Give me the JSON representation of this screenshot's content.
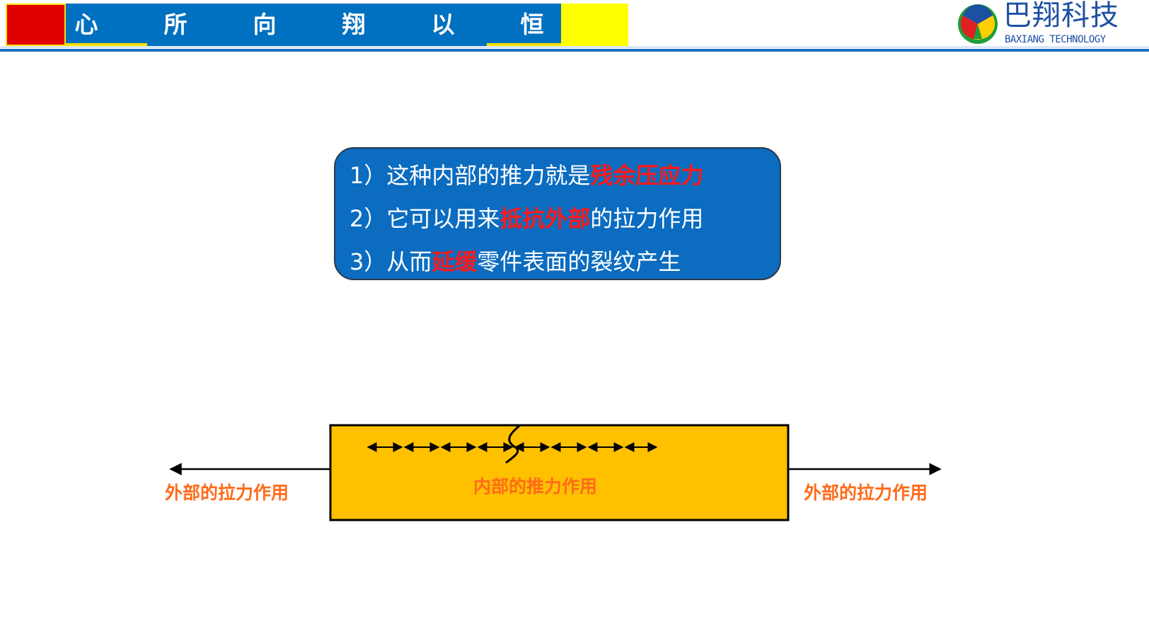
{
  "header": {
    "motto_chars": [
      "心",
      "所",
      "向",
      "翔",
      "以",
      "恒"
    ],
    "colors": {
      "red": "#e00000",
      "blue": "#0070c0",
      "yellow": "#ffff00",
      "rule": "#1f6fbf"
    }
  },
  "logo": {
    "name_cn": "巴翔科技",
    "name_en": "BAXIANG TECHNOLOGY",
    "icon": "company-logo-icon"
  },
  "callout": {
    "lines": [
      {
        "prefix": "1）这种内部的推力就是",
        "highlight": "残余压应力",
        "suffix": ""
      },
      {
        "prefix": "2）它可以用来",
        "highlight": "抵抗外部",
        "suffix": "的拉力作用"
      },
      {
        "prefix": "3）从而",
        "highlight": "延缓",
        "suffix": "零件表面的裂纹产生"
      }
    ],
    "colors": {
      "background": "#0b6cc0",
      "highlight": "#ff1a1a"
    }
  },
  "diagram": {
    "left_label": "外部的拉力作用",
    "right_label": "外部的拉力作用",
    "center_label": "内部的推力作用",
    "colors": {
      "block": "#ffc000",
      "label": "#ff6b1a"
    }
  }
}
